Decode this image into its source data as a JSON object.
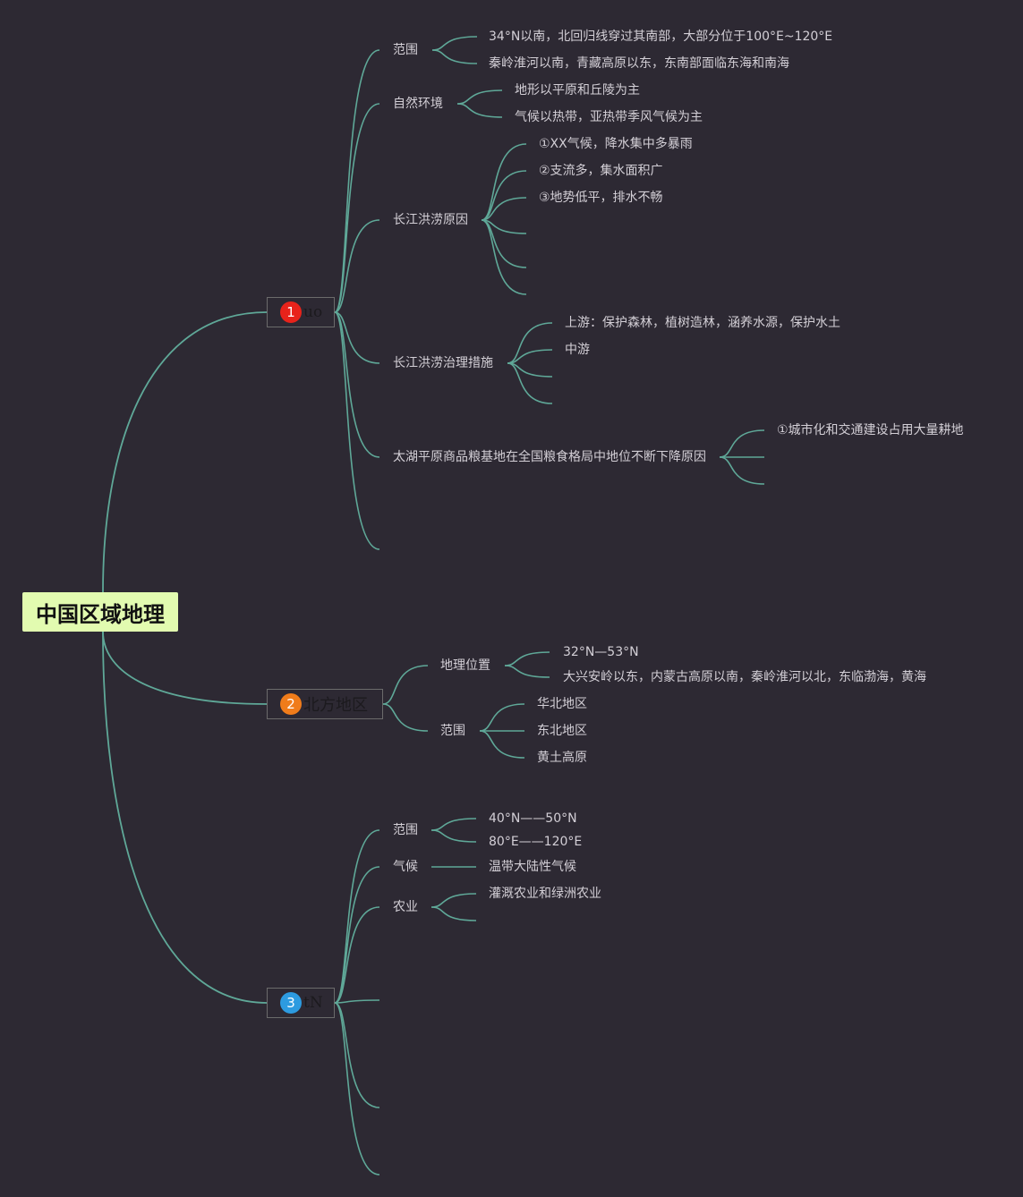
{
  "root": "中国区域地理",
  "branches": {
    "b1": {
      "num": "1",
      "label": "uo",
      "color": "#e8231b"
    },
    "b2": {
      "num": "2",
      "label": "北方地区",
      "color": "#f07c1a"
    },
    "b3": {
      "num": "3",
      "label": "tN",
      "color": "#2d9be0"
    }
  },
  "b1": {
    "t1": "范围",
    "t1a": "34°N以南，北回归线穿过其南部，大部分位于100°E~120°E",
    "t1b": "秦岭淮河以南，青藏高原以东，东南部面临东海和南海",
    "t2": "自然环境",
    "t2a": "地形以平原和丘陵为主",
    "t2b": "气候以热带，亚热带季风气候为主",
    "t3": "长江洪涝原因",
    "t3a": "①XX气候，降水集中多暴雨",
    "t3b": "②支流多，集水面积广",
    "t3c": "③地势低平，排水不畅",
    "t4": "长江洪涝治理措施",
    "t4a": "上游：保护森林，植树造林，涵养水源，保护水土",
    "t4b": "中游",
    "t5": "太湖平原商品粮基地在全国粮食格局中地位不断下降原因",
    "t5a": "①城市化和交通建设占用大量耕地"
  },
  "b2": {
    "t1": "地理位置",
    "t1a": "32°N—53°N",
    "t1b": "大兴安岭以东，内蒙古高原以南，秦岭淮河以北，东临渤海，黄海",
    "t2": "范围",
    "t2a": "华北地区",
    "t2b": "东北地区",
    "t2c": "黄土高原"
  },
  "b3": {
    "t1": "范围",
    "t1a": "40°N——50°N",
    "t1b": "80°E——120°E",
    "t2": "气候",
    "t2a": "温带大陆性气候",
    "t3": "农业",
    "t3a": "灌溉农业和绿洲农业"
  },
  "colors": {
    "line": "#5fa898",
    "background": "#2d2933",
    "root": "#e2fbb0"
  }
}
